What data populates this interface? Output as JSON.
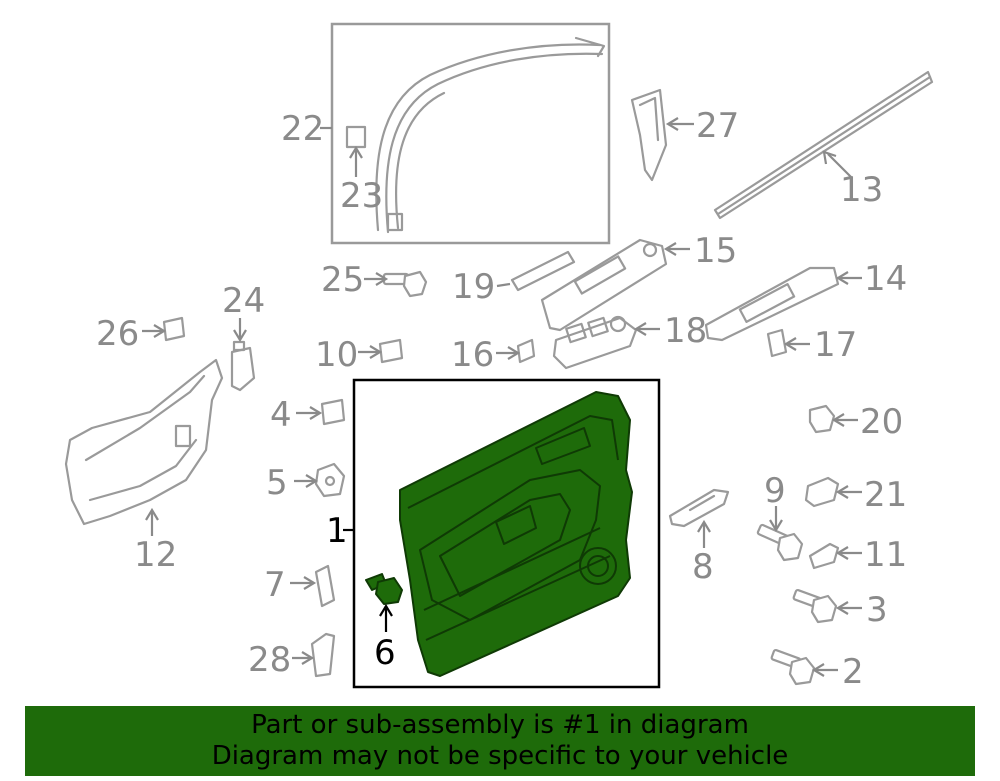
{
  "callouts": {
    "c1": "1",
    "c2": "2",
    "c3": "3",
    "c4": "4",
    "c5": "5",
    "c6": "6",
    "c7": "7",
    "c8": "8",
    "c9": "9",
    "c10": "10",
    "c11": "11",
    "c12": "12",
    "c13": "13",
    "c14": "14",
    "c15": "15",
    "c16": "16",
    "c17": "17",
    "c18": "18",
    "c19": "19",
    "c20": "20",
    "c21": "21",
    "c22": "22",
    "c23": "23",
    "c24": "24",
    "c25": "25",
    "c26": "26",
    "c27": "27",
    "c28": "28"
  },
  "banner": {
    "line1": "Part or sub-assembly is #1 in diagram",
    "line2": "Diagram may not be specific to your vehicle"
  },
  "colors": {
    "highlight": "#1e6b0a",
    "line": "#9a9a9a",
    "text": "#8a8a8a"
  }
}
